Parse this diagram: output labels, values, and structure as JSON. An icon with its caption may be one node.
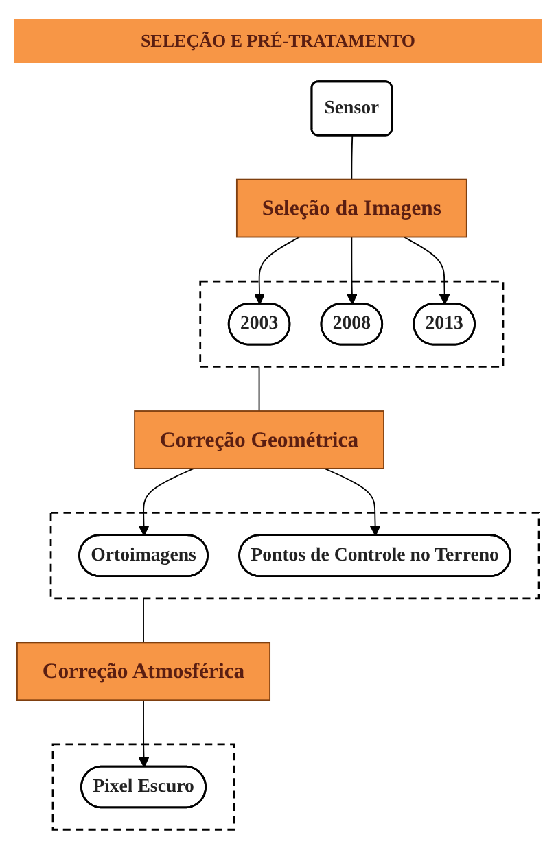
{
  "diagram": {
    "title": "SELEÇÃO E PRÉ-TRATAMENTO",
    "nodes": [
      {
        "text": [
          "Sensor"
        ]
      },
      {
        "text": [
          "Seleção da Imagens"
        ]
      },
      {
        "text": [],
        "shape": "box"
      },
      {
        "text": [
          "2003"
        ],
        "in": 2
      },
      {
        "text": [
          "2008"
        ],
        "in": 2
      },
      {
        "text": [
          "2013"
        ],
        "in": 2
      },
      {
        "text": [
          "Correção Geométrica"
        ]
      },
      {
        "text": [],
        "shape": "box"
      },
      {
        "text": [
          "Ortoimagens"
        ],
        "in": 7
      },
      {
        "text": [
          "Pontos de Controle no Terreno"
        ],
        "in": 7
      },
      {
        "text": [
          "Correção Atmosférica"
        ]
      },
      {
        "text": [],
        "shape": "box"
      },
      {
        "text": [
          "Pixel Escuro"
        ],
        "in": 11
      }
    ],
    "edges": [
      {
        "from": 0,
        "to": 1,
        "arrow": "none"
      },
      {
        "from": 1,
        "to": 3,
        "arrow": "to"
      },
      {
        "from": 1,
        "to": 4,
        "arrow": "to"
      },
      {
        "from": 1,
        "to": 5,
        "arrow": "to"
      },
      {
        "from": 2,
        "to": 6,
        "arrow": "none"
      },
      {
        "from": 6,
        "to": 8,
        "arrow": "to"
      },
      {
        "from": 6,
        "to": 9,
        "arrow": "to"
      },
      {
        "from": 7,
        "to": 10,
        "arrow": "none"
      },
      {
        "from": 10,
        "to": 12,
        "arrow": "to"
      }
    ]
  }
}
